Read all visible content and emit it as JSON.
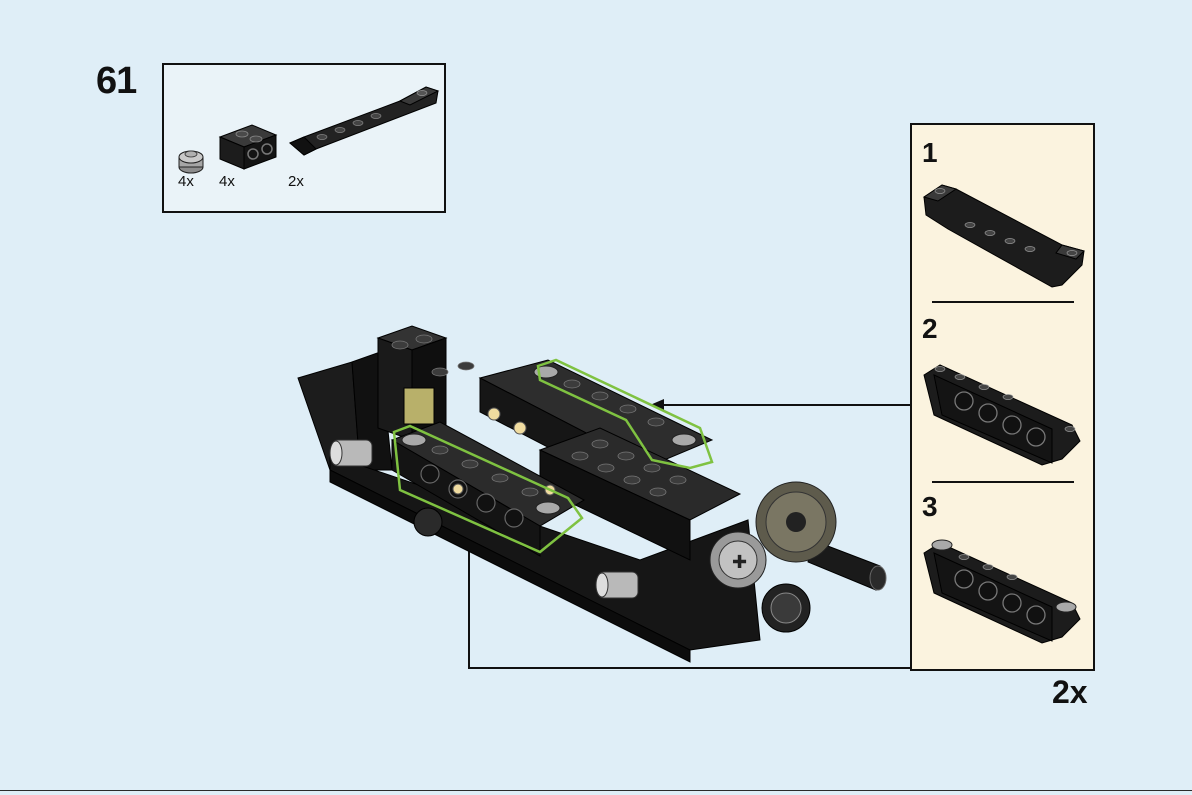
{
  "step": {
    "number": "61"
  },
  "parts_list": {
    "items": [
      {
        "icon": "round-plate-1x1-grey-icon",
        "quantity": "4x"
      },
      {
        "icon": "technic-brick-1x2-black-icon",
        "quantity": "4x"
      },
      {
        "icon": "inverted-slope-plate-black-icon",
        "quantity": "2x"
      }
    ]
  },
  "submodel": {
    "steps": [
      {
        "number": "1"
      },
      {
        "number": "2"
      },
      {
        "number": "3"
      }
    ],
    "multiplier": "2x",
    "panel_color": "#fbf3df"
  },
  "colors": {
    "background": "#dfeef7",
    "part_black": "#1a1a1a",
    "highlight_outline": "#7fc241",
    "light_grey": "#a9a9a9"
  }
}
